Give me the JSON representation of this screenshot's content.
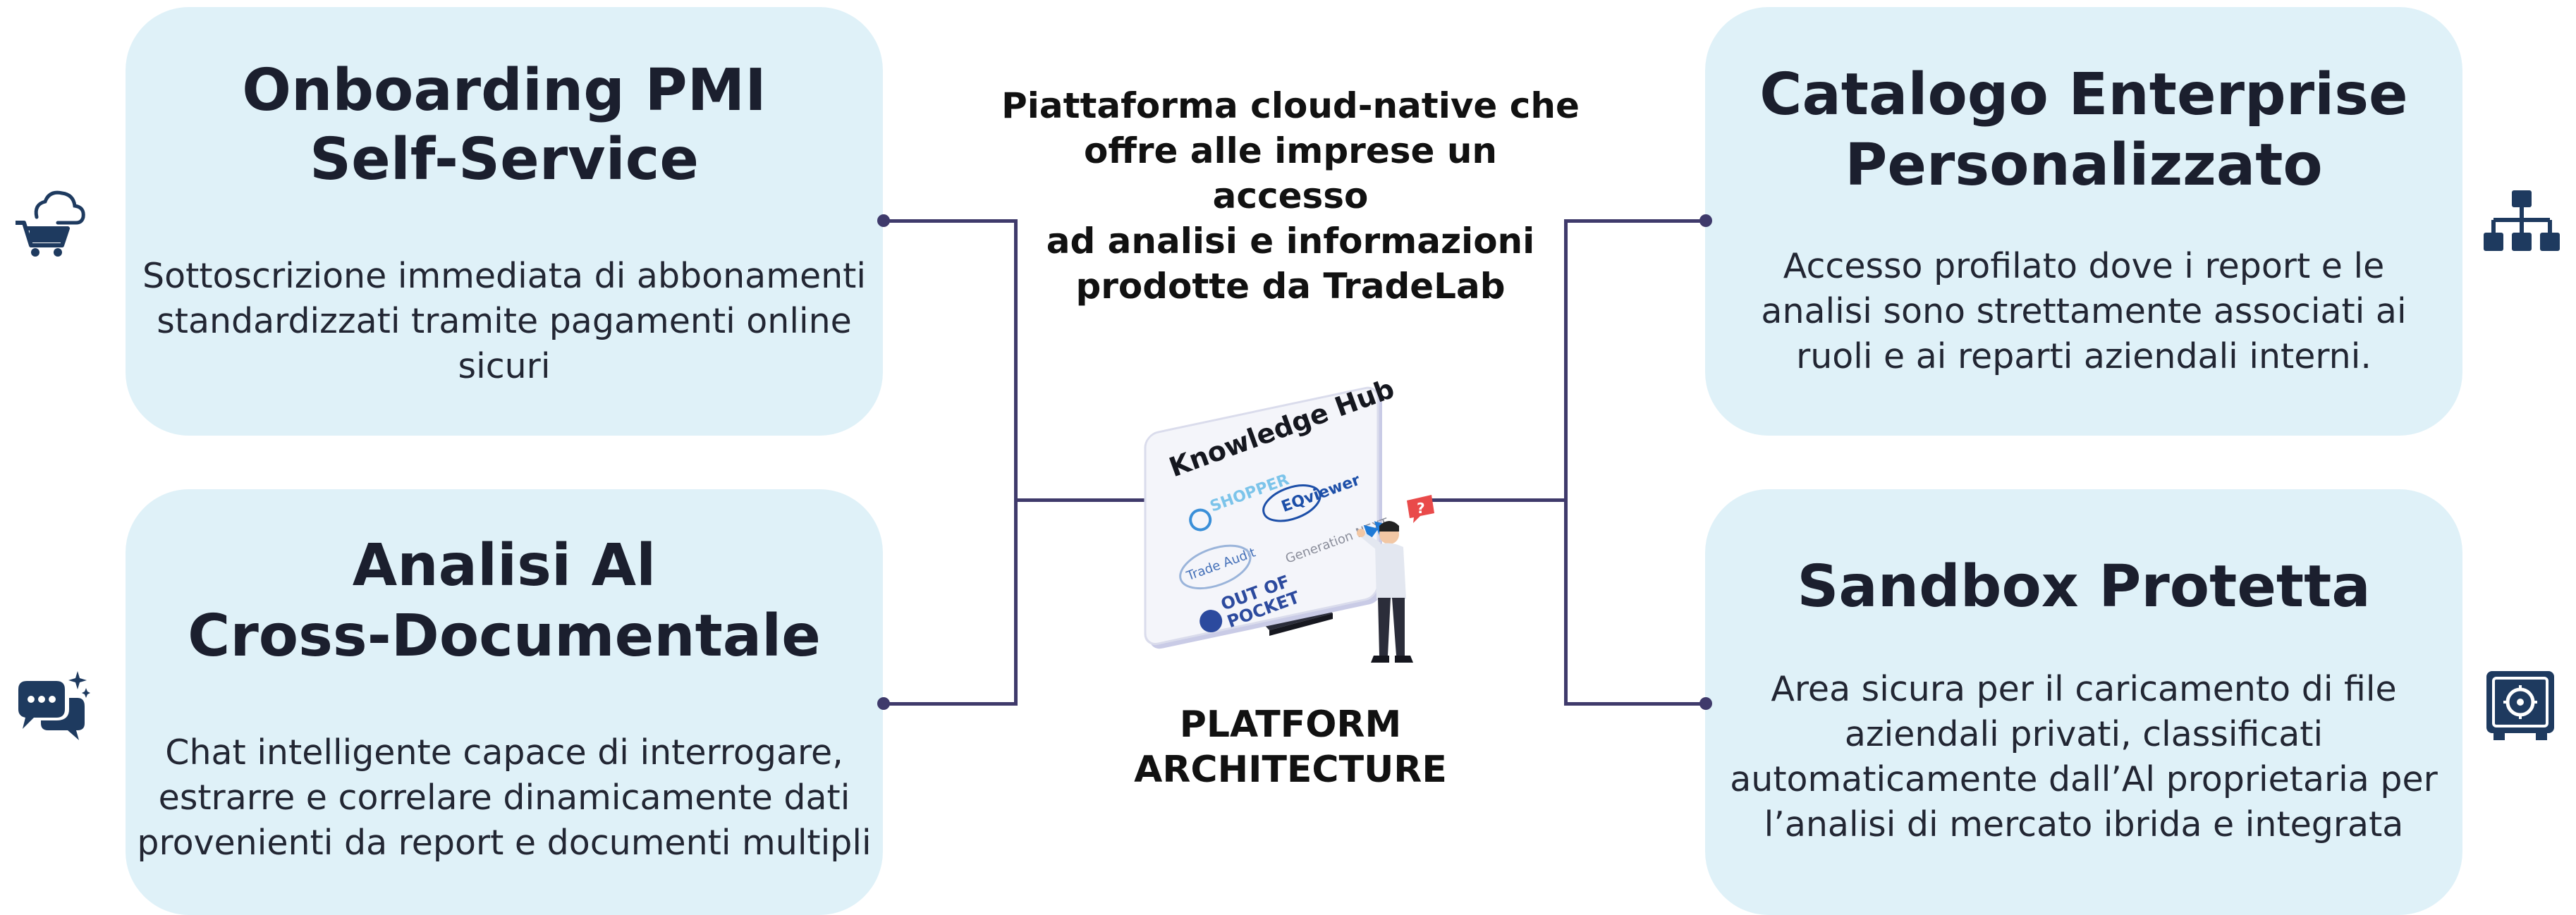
{
  "colors": {
    "card_bg": "#dff1f8",
    "connector": "#3f3a6b",
    "icon": "#1e3a5f",
    "title_text": "#1b1f2e"
  },
  "cards": {
    "top_left": {
      "title_line1": "Onboarding PMI",
      "title_line2": "Self-Service",
      "text_line1": "Sottoscrizione immediata di abbonamenti",
      "text_line2": "standardizzati tramite pagamenti online",
      "text_line3": "sicuri",
      "icon": "cloud-cart-icon"
    },
    "bottom_left": {
      "title_line1": "Analisi Al",
      "title_line2": "Cross-Documentale",
      "text_line1": "Chat intelligente capace di interrogare,",
      "text_line2": "estrarre e correlare dinamicamente dati",
      "text_line3": "provenienti da report e documenti multipli",
      "icon": "chat-sparkle-icon"
    },
    "top_right": {
      "title_line1": "Catalogo Enterprise",
      "title_line2": "Personalizzato",
      "text_line1": "Accesso profilato dove i report e le",
      "text_line2": "analisi sono strettamente associati ai",
      "text_line3": "ruoli e ai reparti aziendali interni.",
      "icon": "org-chart-icon"
    },
    "bottom_right": {
      "title_line1": "Sandbox Protetta",
      "text_line1": "Area sicura per il caricamento di file",
      "text_line2": "aziendali privati, classificati",
      "text_line3": "automaticamente dall’Al proprietaria per",
      "text_line4": "l’analisi di mercato ibrida e integrata",
      "icon": "safe-icon"
    }
  },
  "center": {
    "description_line1": "Piattaforma cloud-native che",
    "description_line2": "offre alle imprese un accesso",
    "description_line3": "ad analisi e informazioni",
    "description_line4": "prodotte da TradeLab",
    "label_line1": "PLATFORM",
    "label_line2": "ARCHITECTURE",
    "illustration": {
      "board_title": "Knowledge Hub",
      "logo_shopper": "SHOPPER",
      "logo_eqviewer": "EQviewer",
      "logo_tradeaudit": "Trade Audit",
      "logo_outofpocket_1": "OUT OF",
      "logo_outofpocket_2": "POCKET",
      "logo_generation": "Generation NEXT",
      "question_mark": "?"
    }
  }
}
